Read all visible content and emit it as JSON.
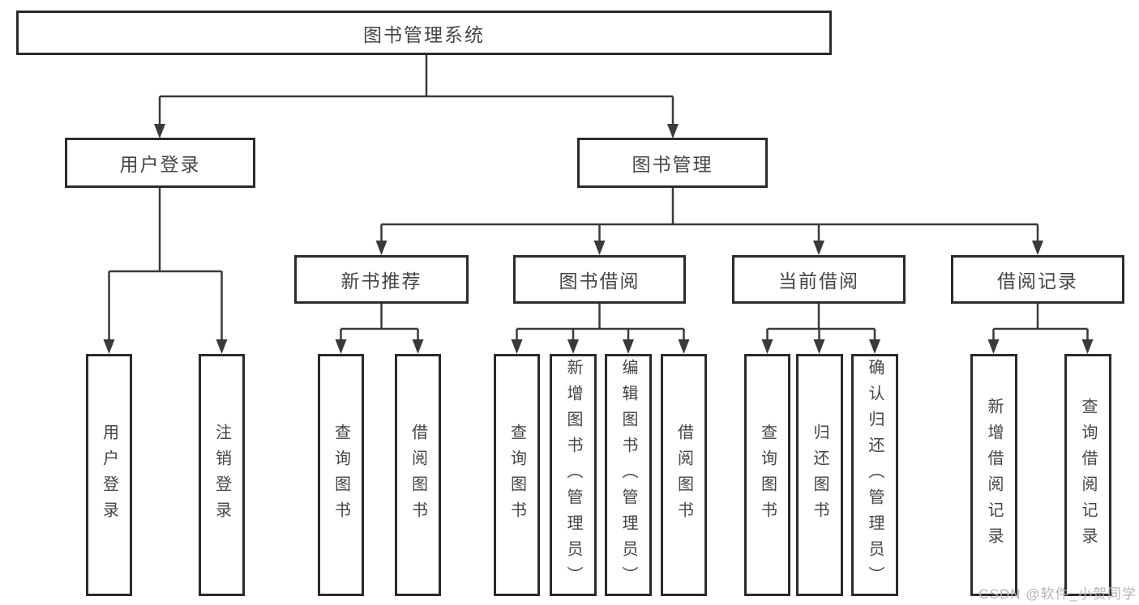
{
  "diagram": {
    "type": "hierarchy-tree",
    "watermark": "CSDN @软件_小贺同学",
    "colors": {
      "background": "#ffffff",
      "box_border": "#2b2b2b",
      "line": "#3a3a3a",
      "text": "#454545",
      "watermark_text": "#b5b5b5"
    },
    "tree": {
      "root": {
        "label": "图书管理系统"
      },
      "level2": [
        {
          "label": "用户登录"
        },
        {
          "label": "图书管理"
        }
      ],
      "level3": [
        {
          "label": "新书推荐"
        },
        {
          "label": "图书借阅"
        },
        {
          "label": "当前借阅"
        },
        {
          "label": "借阅记录"
        }
      ],
      "leaves": {
        "user_login": [
          "用户登录",
          "注销登录"
        ],
        "new_book": [
          "查询图书",
          "借阅图书"
        ],
        "book_borrow": [
          "查询图书",
          "新增图书（管理员）",
          "编辑图书（管理员）",
          "借阅图书"
        ],
        "current_borrow": [
          "查询图书",
          "归还图书",
          "确认归还（管理员）"
        ],
        "borrow_record": [
          "新增借阅记录",
          "查询借阅记录"
        ]
      }
    }
  }
}
